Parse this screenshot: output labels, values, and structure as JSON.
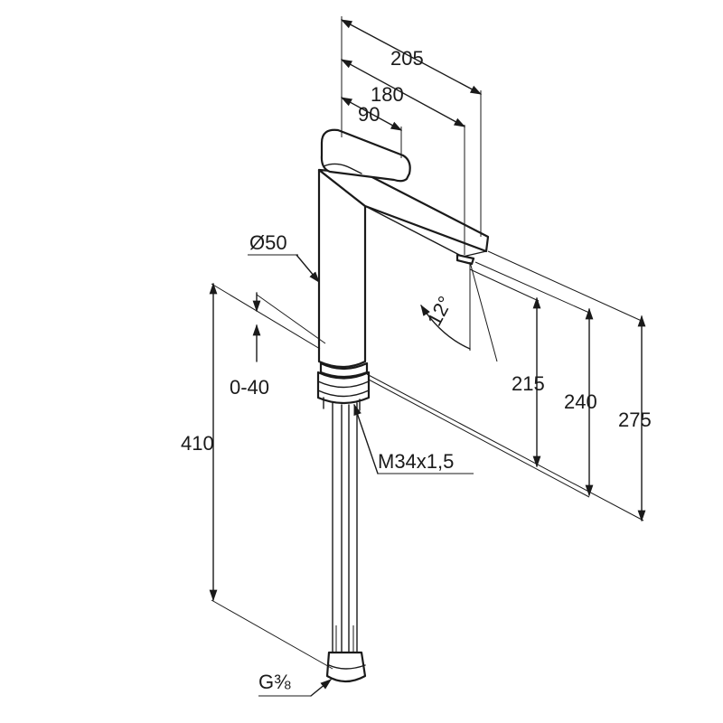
{
  "dimensions": {
    "width_205": "205",
    "width_180": "180",
    "width_90": "90",
    "diameter": "Ø50",
    "angle": "12°",
    "adjust_range": "0-40",
    "height_410": "410",
    "height_215": "215",
    "height_240": "240",
    "height_275": "275",
    "thread": "M34x1,5",
    "connection": "G⅜"
  },
  "colors": {
    "line": "#1a1a1a",
    "background": "#ffffff"
  }
}
